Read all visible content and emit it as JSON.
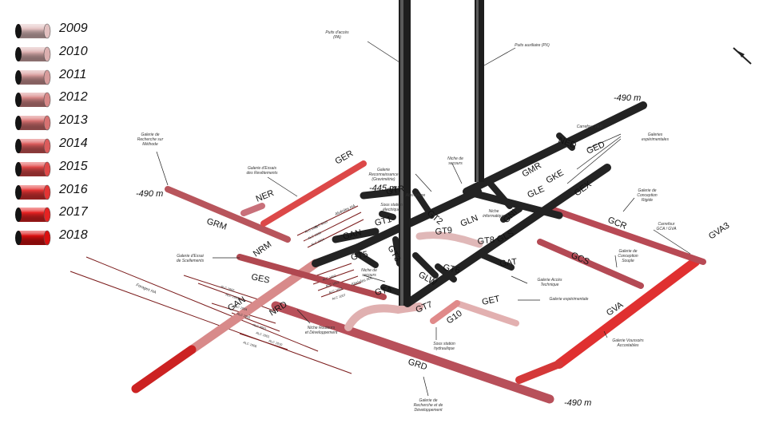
{
  "legend": {
    "items": [
      {
        "year": "2009",
        "color": "#e2c0c0"
      },
      {
        "year": "2010",
        "color": "#dcb0b0"
      },
      {
        "year": "2011",
        "color": "#d89c9c"
      },
      {
        "year": "2012",
        "color": "#d88888"
      },
      {
        "year": "2013",
        "color": "#d87272"
      },
      {
        "year": "2014",
        "color": "#dc5c5c"
      },
      {
        "year": "2015",
        "color": "#e04848"
      },
      {
        "year": "2016",
        "color": "#e43434"
      },
      {
        "year": "2017",
        "color": "#e62222"
      },
      {
        "year": "2018",
        "color": "#da1010"
      }
    ]
  },
  "elevations": {
    "top_right": "-490 m",
    "left": "-490 m",
    "middle": "-445 m",
    "bottom_right": "-490 m"
  },
  "galleries": {
    "ger": "GER",
    "ner": "NER",
    "grm": "GRM",
    "nrm": "NRM",
    "ges": "GES",
    "gan_left": "GAN",
    "nrd": "NRD",
    "gan_mid": "GAN",
    "gt1": "GT1",
    "gt2": "GT2",
    "gt3": "GT3",
    "gt4": "GT4",
    "gt5": "GT5",
    "gt6": "GT6",
    "gt7": "GT7",
    "gt8": "GT8",
    "gt9": "GT9",
    "glw": "GLW",
    "gln": "GLN",
    "gls": "GLS",
    "gle": "GLE",
    "gex": "GEX",
    "gmr": "GMR",
    "gke": "GKE",
    "ned": "NED",
    "ged": "GED",
    "gni": "GNI",
    "gat": "GAT",
    "gcs": "GCS",
    "gcr": "GCR",
    "gva3": "GVA3",
    "gva": "GVA",
    "get": "GET",
    "g10": "G10",
    "grd": "GRD",
    "gtr": "GTR"
  },
  "annotations": {
    "puits_acces": "Puits d'accès\n(PA)",
    "puits_auxiliaire": "Puits auxiliaire (PX)",
    "galerie_recherche_methode": "Galerie de\nRecherche sur\nMéthode",
    "galerie_essais_revetements": "Galerie d'Essais\ndes Revêtements",
    "galerie_reconnaissance": "Galerie\nReconnaissance\n(Gravimétrie)",
    "niche_secours_top": "Niche de\nsecours",
    "abri": "Abri/refuge",
    "sous_station_electrique": "Sous station\nélectrique",
    "niche_informatique": "Niche\ninformatique",
    "galeries_experimentales": "Galeries\nexpérimentales",
    "carrefour_ted": "Carrefour TED",
    "galerie_conception_rigide": "Galerie de\nConception\nRigide",
    "carrefour_gca": "Carrefour\nGCA / GVA",
    "galerie_essai_scellements": "Galerie d'Essai\nde Scellements",
    "galerie_conception_souple": "Galerie de\nConception\nSouple",
    "galerie_acces_technique": "Galerie Accès\nTechnique",
    "niche_secours_mid": "Niche de\nsecours",
    "niche_routeurs": "Niche Routeurs\net Développement",
    "galerie_experimentale": "Galerie expérimentale",
    "sous_station_hydraulique": "Sous station\nhydraulique",
    "galerie_voussoirs": "Galerie Voussoirs\nAccostables",
    "galerie_recherche_developpement": "Galerie de\nRecherche et de\nDéveloppement",
    "forages_ha": "Alvéoles HA",
    "forages_ha2": "Alvéoles HA",
    "forages_ha3": "Forages HA"
  },
  "hole_tags": [
    "ALC 1605",
    "ALC 1606",
    "ALC 1604",
    "ALC 3005",
    "ALC 1602",
    "ALC 1601",
    "ALC 1603",
    "ALC 1007",
    "ALC 1002",
    "ALC 1003",
    "ALC 1004",
    "ALC 1005",
    "ALC 4001",
    "ALC 1001",
    "ALC 1010",
    "ALC 1006"
  ]
}
